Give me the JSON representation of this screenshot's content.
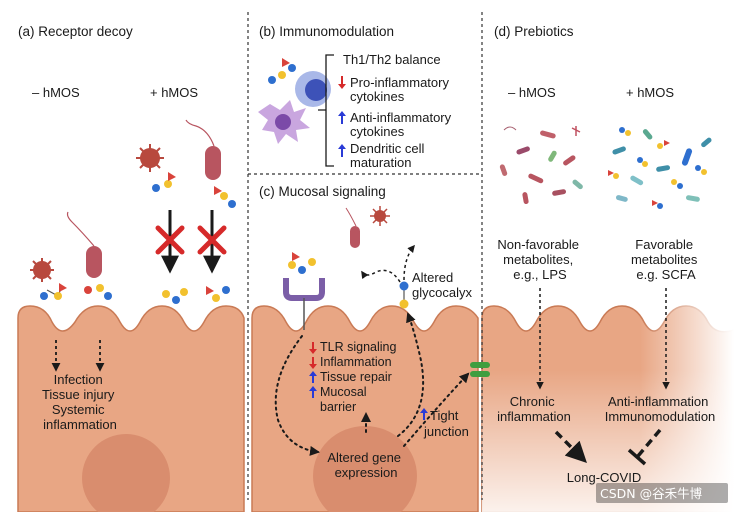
{
  "panels": {
    "a": {
      "title": "(a) Receptor decoy",
      "minus": "– hMOS",
      "plus": "+ hMOS",
      "outcomes": [
        "Infection",
        "Tissue injury",
        "Systemic",
        "inflammation"
      ]
    },
    "b": {
      "title": "(b) Immunomodulation",
      "items": {
        "balance": "Th1/Th2 balance",
        "pro_1": "Pro-inflammatory",
        "pro_2": "cytokines",
        "anti_1": "Anti-inflammatory",
        "anti_2": "cytokines",
        "dc_1": "Dendritic cell",
        "dc_2": "maturation"
      }
    },
    "c": {
      "title": "(c) Mucosal signaling",
      "altered_glyco_1": "Altered",
      "altered_glyco_2": "glycocalyx",
      "effects": [
        "TLR signaling",
        "Inflammation",
        "Tissue repair",
        "Mucosal",
        "barrier"
      ],
      "tight_1": "Tight",
      "tight_2": "junction",
      "gene_1": "Altered gene",
      "gene_2": "expression"
    },
    "d": {
      "title": "(d) Prebiotics",
      "minus": "– hMOS",
      "plus": "+ hMOS",
      "nonfav": [
        "Non-favorable",
        "metabolites,",
        "e.g., LPS"
      ],
      "fav": [
        "Favorable",
        "metabolites",
        "e.g. SCFA"
      ],
      "chronic": [
        "Chronic",
        "inflammation"
      ],
      "anti": [
        "Anti-inflammation",
        "Immunomodulation"
      ],
      "longcovid": "Long-COVID"
    }
  },
  "watermark": "CSDN @谷禾牛博",
  "colors": {
    "cell_fill": "#e8a684",
    "cell_border": "#c97a55",
    "nucleus": "#d98d6e",
    "up_arrow": "#2a3bd6",
    "down_arrow": "#d62a2a",
    "cross": "#d62a2a",
    "virus": "#b8493e",
    "bacterium": "#b85560",
    "glycan_blue": "#2e6fcf",
    "glycan_yellow": "#f2c12e",
    "glycan_red": "#d9433b",
    "receptor": "#7b5ea7",
    "junction": "#3f9e3f"
  }
}
